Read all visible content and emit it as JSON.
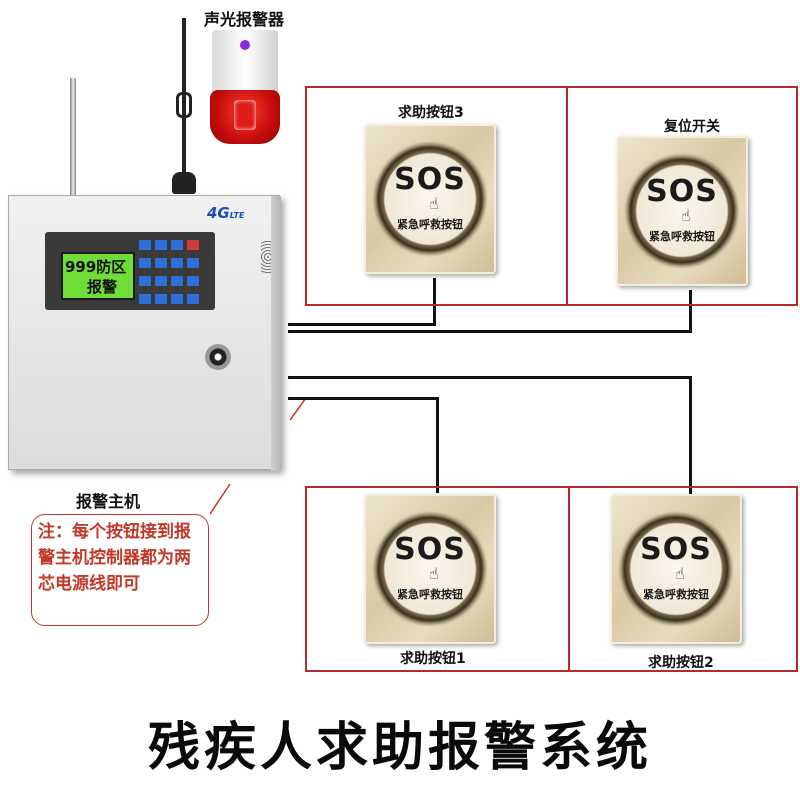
{
  "labels": {
    "siren": "声光报警器",
    "host": "报警主机",
    "btn3": "求助按钮3",
    "reset": "复位开关",
    "btn1": "求助按钮1",
    "btn2": "求助按钮2"
  },
  "host_screen": {
    "line1": "999防区",
    "line2": "报警"
  },
  "host_brand": "4G",
  "host_brand_sub": "LTE",
  "note": "注：每个按钮接到报警主机控制器都为两芯电源线即可",
  "button_face": {
    "sos": "SOS",
    "sub": "紧急呼救按钮"
  },
  "title": "残疾人求助报警系统",
  "colors": {
    "frame": "#b52b2b",
    "note": "#c0392b",
    "screen": "#6fdc3a"
  }
}
